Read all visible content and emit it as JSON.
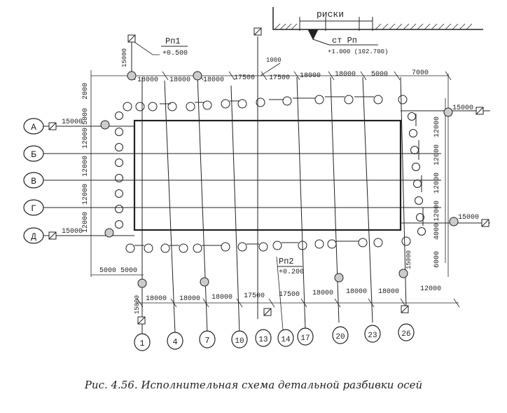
{
  "figure": {
    "caption": "Рис. 4.56. Исполнительная схема детальной разбивки осей"
  },
  "row_axes": [
    "А",
    "Б",
    "В",
    "Г",
    "Д"
  ],
  "bottom_axes": [
    "1",
    "4",
    "7",
    "10",
    "13",
    "14",
    "17",
    "20",
    "23",
    "26"
  ],
  "top_dims": [
    "18000",
    "18000",
    "18000",
    "17500",
    "17500",
    "18000",
    "18000",
    "5000",
    "7000"
  ],
  "bottom_dims": [
    "18000",
    "18000",
    "18000",
    "17500",
    "17500",
    "18000",
    "18000",
    "18000",
    "12000"
  ],
  "left_dims": [
    "2000",
    "5000",
    "12000",
    "12000",
    "12000",
    "12000"
  ],
  "right_dims": [
    "12000",
    "12000",
    "12000",
    "12000",
    "4000",
    "6000"
  ],
  "offsets": {
    "top_left": "15000",
    "axis_a_left": "15000",
    "axis_d_left": "15000",
    "right_upper": "15000",
    "right_lower": "15000",
    "bottom_1": "15000",
    "bottom_26": "15000",
    "bottom_left_a": "5000",
    "bottom_left_b": "5000",
    "top_1000": "1000"
  },
  "benchmarks": {
    "rp1": {
      "name": "Рп1",
      "elevation": "+0.500"
    },
    "rp2": {
      "name": "Рп2",
      "elevation": "+0.200"
    },
    "st_rp": {
      "name": "ст Рп",
      "elevation": "+1.000 (102.700)"
    }
  },
  "marks_label": "риски"
}
